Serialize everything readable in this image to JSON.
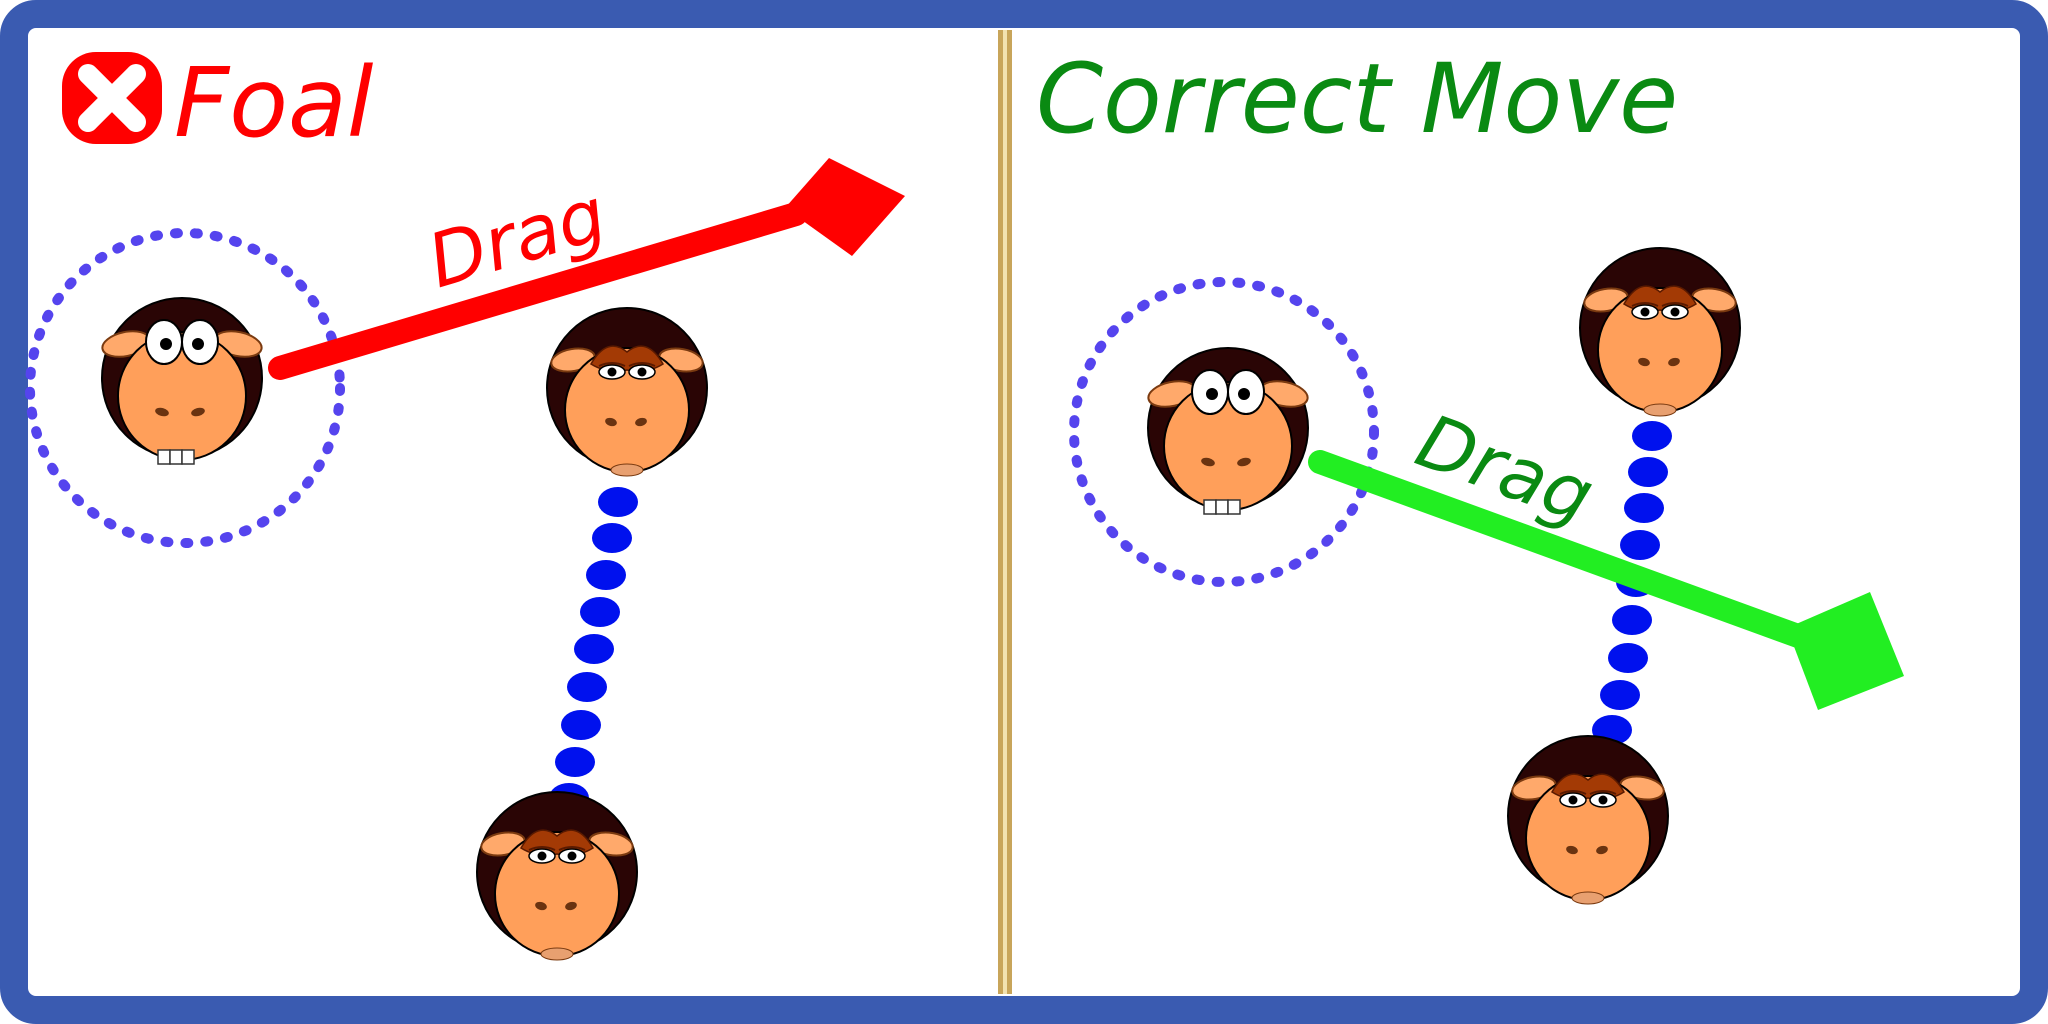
{
  "left_panel": {
    "title": "Foal",
    "status_icon": "x-mark-icon",
    "drag_label": "Drag"
  },
  "right_panel": {
    "title": "Correct Move",
    "drag_label": "Drag"
  },
  "colors": {
    "frame": "#3a5bb1",
    "divider": "#c8a55a",
    "wrong": "#ff0000",
    "wrong_arrow": "#ff0000",
    "correct": "#0a8a12",
    "correct_arrow": "#22ee22",
    "selection_ring": "#5544ee",
    "link_dots": "#0011ee"
  },
  "icons": [
    "x-mark-icon",
    "sheep-icon",
    "arrow-icon",
    "selection-ring-icon"
  ]
}
